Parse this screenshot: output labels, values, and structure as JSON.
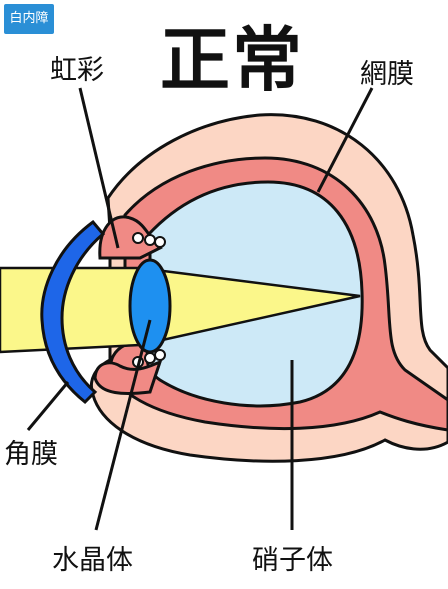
{
  "badge": "白内障",
  "title": "正常",
  "labels": {
    "iris": "虹彩",
    "retina": "網膜",
    "cornea": "角膜",
    "lens": "水晶体",
    "vitreous": "硝子体"
  },
  "colors": {
    "badge": "#2a8fd6",
    "sclera": "#fcd6c4",
    "retina": "#f08a85",
    "vitreous": "#cde9f7",
    "cornea": "#1e66e8",
    "lens": "#1e90f0",
    "light_beam": "#fbf78a"
  }
}
